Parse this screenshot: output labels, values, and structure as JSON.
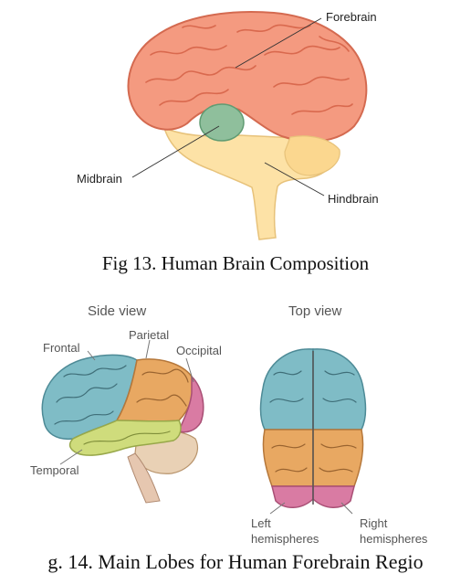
{
  "figure13": {
    "labels": {
      "forebrain": "Forebrain",
      "midbrain": "Midbrain",
      "hindbrain": "Hindbrain"
    },
    "caption": "Fig 13.  Human Brain Composition",
    "colors": {
      "forebrain": "#f49a80",
      "midbrain": "#8fbf9c",
      "hindbrain": "#fde2a6"
    }
  },
  "figure14": {
    "side_view": {
      "title": "Side view",
      "labels": {
        "frontal": "Frontal",
        "parietal": "Parietal",
        "occipital": "Occipital",
        "temporal": "Temporal"
      }
    },
    "top_view": {
      "title": "Top view",
      "left_label": [
        "Left",
        "hemispheres"
      ],
      "right_label": [
        "Right",
        "hemispheres"
      ]
    },
    "caption": "g. 14.  Main Lobes for Human Forebrain Regio",
    "colors": {
      "frontal": "#7fbcc6",
      "parietal": "#e8a862",
      "occipital": "#d97ba3",
      "temporal": "#cfdc7c",
      "cerebellum": "#e9d1b5"
    }
  }
}
